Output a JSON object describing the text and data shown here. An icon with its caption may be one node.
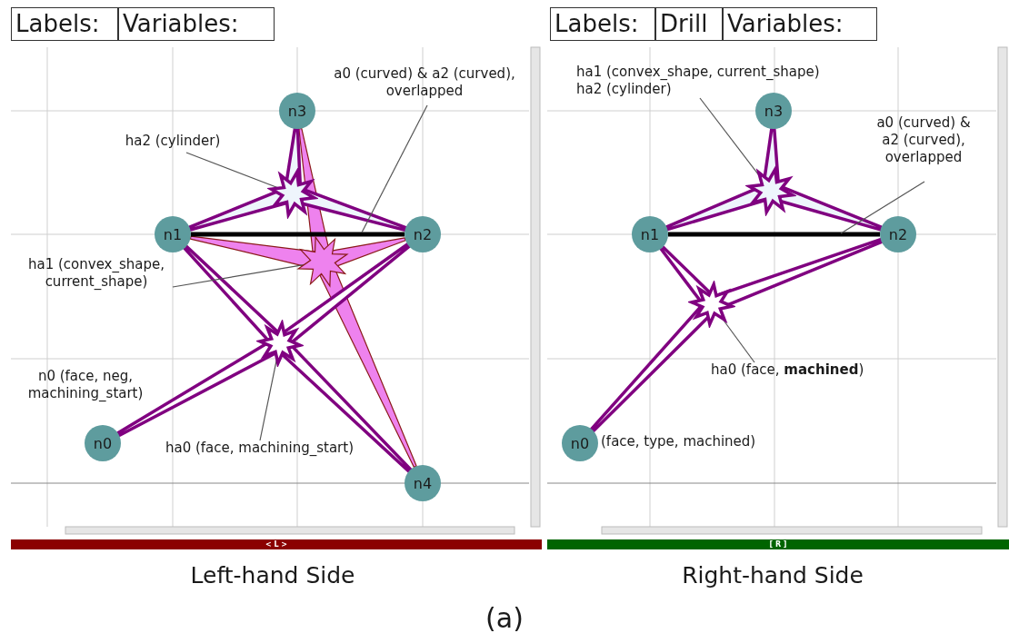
{
  "diagram": {
    "nodes": [
      {
        "text": [
          "Labels:"
        ]
      },
      {
        "text": [
          "Variables:"
        ]
      },
      {
        "text": [
          "n1"
        ]
      },
      {
        "text": [
          "n3"
        ]
      },
      {
        "text": [
          "n2"
        ]
      },
      {
        "text": [
          "n0"
        ]
      },
      {
        "text": [
          "n4"
        ]
      },
      {
        "text": [],
        "shape": "star"
      },
      {
        "text": [],
        "shape": "star"
      },
      {
        "text": [],
        "shape": "star"
      },
      {
        "text": [
          "ha2 (cylinder)"
        ]
      },
      {
        "text": [
          "a0 (curved) & a2 (curved), overlapped"
        ]
      },
      {
        "text": [
          "ha1 (convex_shape, current_shape)"
        ]
      },
      {
        "text": [
          "ha0 (face, machining_start)"
        ]
      },
      {
        "text": [
          "< L >"
        ]
      },
      {
        "text": [
          "Labels:"
        ]
      },
      {
        "text": [
          "Drill"
        ]
      },
      {
        "text": [
          "Variables:"
        ]
      },
      {
        "text": [
          "n1"
        ]
      },
      {
        "text": [
          "n3"
        ]
      },
      {
        "text": [
          "n2"
        ]
      },
      {
        "text": [
          "n0"
        ],
        "beside": [
          "(face, type, machined)"
        ]
      },
      {
        "text": [],
        "shape": "star"
      },
      {
        "text": [],
        "shape": "star"
      },
      {
        "text": [
          "ha1 (convex_shape, current_shape)",
          "ha2 (cylinder)"
        ]
      },
      {
        "text": [
          "a0 (curved) & a2 (curved), overlapped"
        ]
      },
      {
        "text": [
          "ha0 (face, **machined**)"
        ]
      },
      {
        "text": [
          "[ R ]"
        ]
      }
    ],
    "edges": [
      {
        "from": 8,
        "to": 2,
        "arrow": "none",
        "color": "#8b1a1a"
      },
      {
        "from": 8,
        "to": 4,
        "arrow": "none",
        "color": "#8b1a1a"
      },
      {
        "from": 8,
        "to": 3,
        "arrow": "none",
        "color": "#8b1a1a"
      },
      {
        "from": 8,
        "to": 6,
        "arrow": "none",
        "color": "#8b1a1a"
      },
      {
        "from": 7,
        "to": 2,
        "arrow": "none"
      },
      {
        "from": 7,
        "to": 4,
        "arrow": "none"
      },
      {
        "from": 7,
        "to": 3,
        "arrow": "none"
      },
      {
        "from": 9,
        "to": 2,
        "arrow": "none"
      },
      {
        "from": 9,
        "to": 4,
        "arrow": "none"
      },
      {
        "from": 9,
        "to": 5,
        "arrow": "none"
      },
      {
        "from": 9,
        "to": 6,
        "arrow": "none"
      },
      {
        "from": 2,
        "to": 4,
        "arrow": "none",
        "style": "thick",
        "color": "#000000"
      },
      {
        "from": 10,
        "to": 7,
        "arrow": "none",
        "color": "#555555"
      },
      {
        "from": 11,
        "to": null,
        "arrow": "none",
        "color": "#555555"
      },
      {
        "from": 12,
        "to": 8,
        "arrow": "none",
        "color": "#555555"
      },
      {
        "from": 13,
        "to": 9,
        "arrow": "none",
        "color": "#555555"
      },
      {
        "from": 22,
        "to": 18,
        "arrow": "none"
      },
      {
        "from": 22,
        "to": 20,
        "arrow": "none"
      },
      {
        "from": 22,
        "to": 19,
        "arrow": "none"
      },
      {
        "from": 23,
        "to": 18,
        "arrow": "none"
      },
      {
        "from": 23,
        "to": 20,
        "arrow": "none"
      },
      {
        "from": 23,
        "to": 21,
        "arrow": "none"
      },
      {
        "from": 18,
        "to": 20,
        "arrow": "none",
        "style": "thick",
        "color": "#000000"
      },
      {
        "from": 24,
        "to": 22,
        "arrow": "none",
        "color": "#555555"
      },
      {
        "from": 25,
        "to": null,
        "arrow": "none",
        "color": "#555555"
      },
      {
        "from": 26,
        "to": 23,
        "arrow": "none",
        "color": "#555555"
      }
    ],
    "labels": [
      "n0 (face, neg, machining_start)",
      "Left-hand Side",
      "Right-hand Side",
      "(a)"
    ]
  }
}
